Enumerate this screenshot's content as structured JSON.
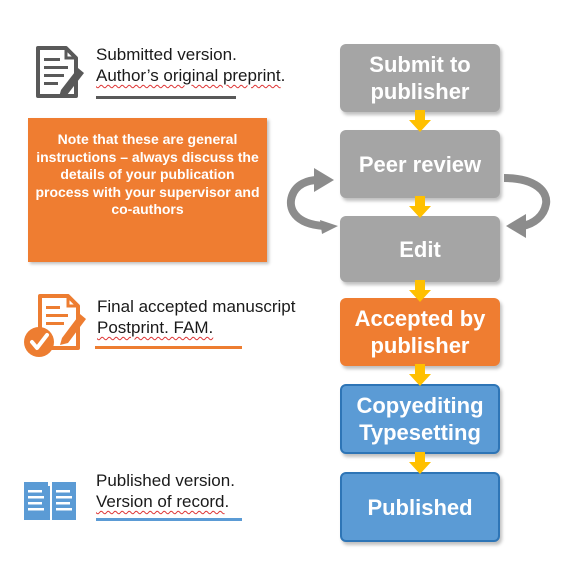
{
  "versions": {
    "submitted": {
      "line1": "Submitted version.",
      "line2": "Author’s original preprint",
      "line2_end": ".",
      "icon": "document-pen-icon",
      "color": "#595959"
    },
    "accepted": {
      "line1": "Final accepted manuscript",
      "line2": "Postprint. FAM.",
      "icon": "document-check-icon",
      "color": "#ed7d31"
    },
    "published": {
      "line1": "Published version.",
      "line2": "Version of record",
      "line2_end": ".",
      "icon": "open-book-icon",
      "color": "#5b9bd5"
    }
  },
  "note": {
    "text": "Note that these are general instructions – always discuss the details of your publication process with your supervisor and co-authors"
  },
  "flow": {
    "steps": [
      {
        "label_line1": "Submit to",
        "label_line2": "publisher",
        "color": "#a5a5a5"
      },
      {
        "label_line1": "Peer review",
        "label_line2": "",
        "color": "#a5a5a5"
      },
      {
        "label_line1": "Edit",
        "label_line2": "",
        "color": "#a5a5a5"
      },
      {
        "label_line1": "Accepted by",
        "label_line2": "publisher",
        "color": "#ef7d31"
      },
      {
        "label_line1": "Copyediting",
        "label_line2": "Typesetting",
        "color": "#5b9bd5"
      },
      {
        "label_line1": "Published",
        "label_line2": "",
        "color": "#5b9bd5"
      }
    ],
    "arrow_color": "#ffc000",
    "loop_arrow_color": "#8c8c8c"
  }
}
